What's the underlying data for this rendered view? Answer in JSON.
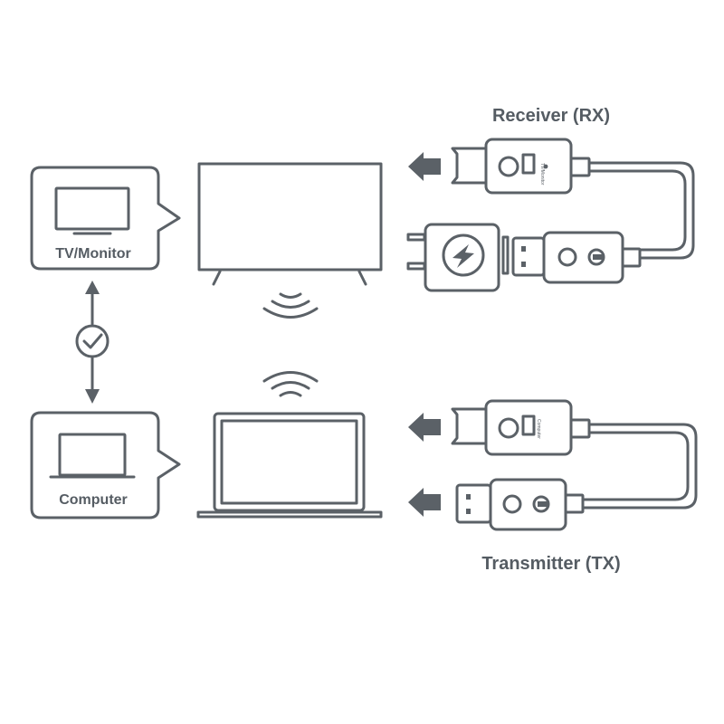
{
  "labels": {
    "tv_monitor": "TV/Monitor",
    "computer": "Computer",
    "receiver": "Receiver (RX)",
    "transmitter": "Transmitter (TX)"
  },
  "device_tiny_text": {
    "rx_dongle": "TV/Monitor",
    "tx_dongle": "Computer"
  },
  "colors": {
    "line": "#5b6167",
    "text": "#555c63",
    "background": "#ffffff"
  },
  "icons": [
    "monitor-icon",
    "laptop-icon",
    "checkmark-icon",
    "wifi-icon",
    "lightning-icon",
    "power-plug-icon"
  ]
}
